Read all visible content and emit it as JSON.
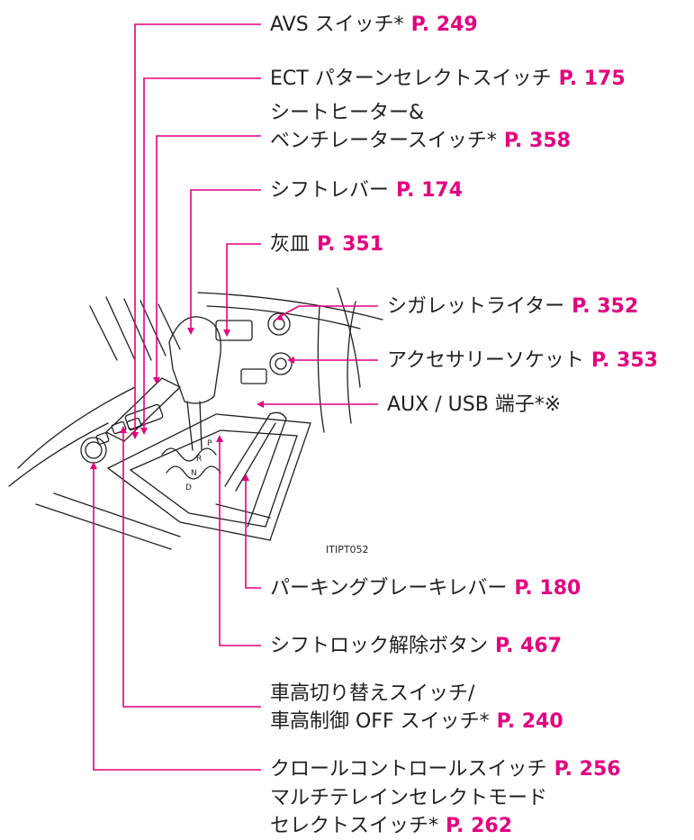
{
  "colors": {
    "leader": "#e4007f",
    "page_ref": "#e4007f",
    "text": "#231f20",
    "drawing": "#231f20"
  },
  "figure_code": "ITIPT052",
  "callouts": [
    {
      "id": "avs",
      "lines": [
        "AVS スイッチ*"
      ],
      "page": "P. 249"
    },
    {
      "id": "ect",
      "lines": [
        "ECT パターンセレクトスイッチ"
      ],
      "page": "P. 175"
    },
    {
      "id": "seat",
      "lines": [
        "シートヒーター&",
        "ベンチレータースイッチ*"
      ],
      "page": "P. 358"
    },
    {
      "id": "shift",
      "lines": [
        "シフトレバー"
      ],
      "page": "P. 174"
    },
    {
      "id": "ash",
      "lines": [
        "灰皿"
      ],
      "page": "P. 351"
    },
    {
      "id": "cig",
      "lines": [
        "シガレットライター"
      ],
      "page": "P. 352"
    },
    {
      "id": "acc",
      "lines": [
        "アクセサリーソケット"
      ],
      "page": "P. 353"
    },
    {
      "id": "aux",
      "lines": [
        "AUX / USB 端子*※"
      ],
      "page": ""
    },
    {
      "id": "park",
      "lines": [
        "パーキングブレーキレバー"
      ],
      "page": "P. 180"
    },
    {
      "id": "lock",
      "lines": [
        "シフトロック解除ボタン"
      ],
      "page": "P. 467"
    },
    {
      "id": "height",
      "lines": [
        "車高切り替えスイッチ/",
        "車高制御 OFF スイッチ*"
      ],
      "page": "P. 240"
    },
    {
      "id": "crawl",
      "lines": [
        "クロールコントロールスイッチ"
      ],
      "page": "P. 256"
    },
    {
      "id": "terrain",
      "lines": [
        "マルチテレインセレクトモード",
        "セレクトスイッチ*"
      ],
      "page": "P. 262"
    }
  ]
}
